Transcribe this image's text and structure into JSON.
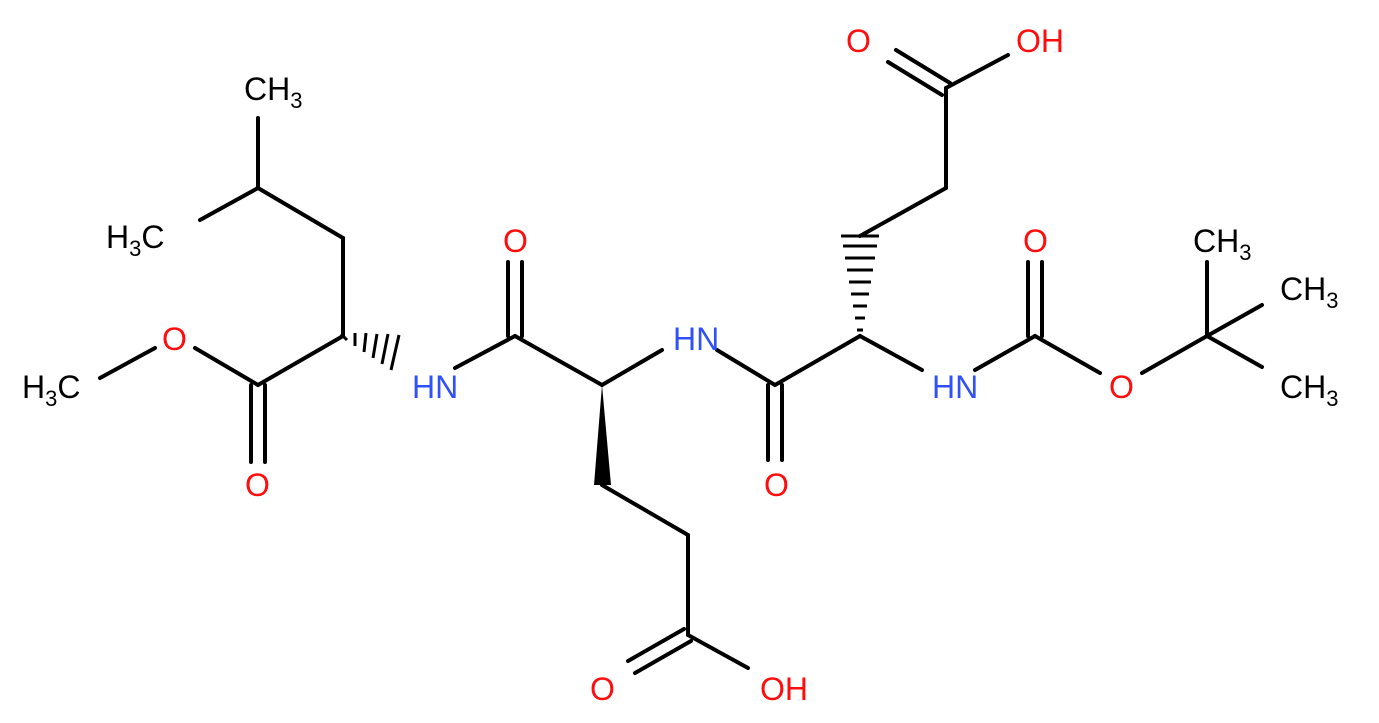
{
  "colors": {
    "carbon": "#000000",
    "oxygen": "#ff0d0d",
    "nitrogen": "#3050f8",
    "background": "#ffffff"
  },
  "labels": {
    "leu_ch3_top": "CH3",
    "leu_ch3_left": "H3C",
    "ome_ch3": "H3C",
    "ome_o": "O",
    "ester_o": "O",
    "nh1": "HN",
    "amide1_o": "O",
    "nh2": "HN",
    "amide2_o": "O",
    "side1_o": "O",
    "side1_oh": "OH",
    "top_o": "O",
    "top_oh": "OH",
    "boc_nh": "HN",
    "boc_carbonyl_o": "O",
    "boc_ester_o": "O",
    "tbu_ch3_1": "CH3",
    "tbu_ch3_2": "CH3",
    "tbu_ch3_3": "CH3"
  }
}
